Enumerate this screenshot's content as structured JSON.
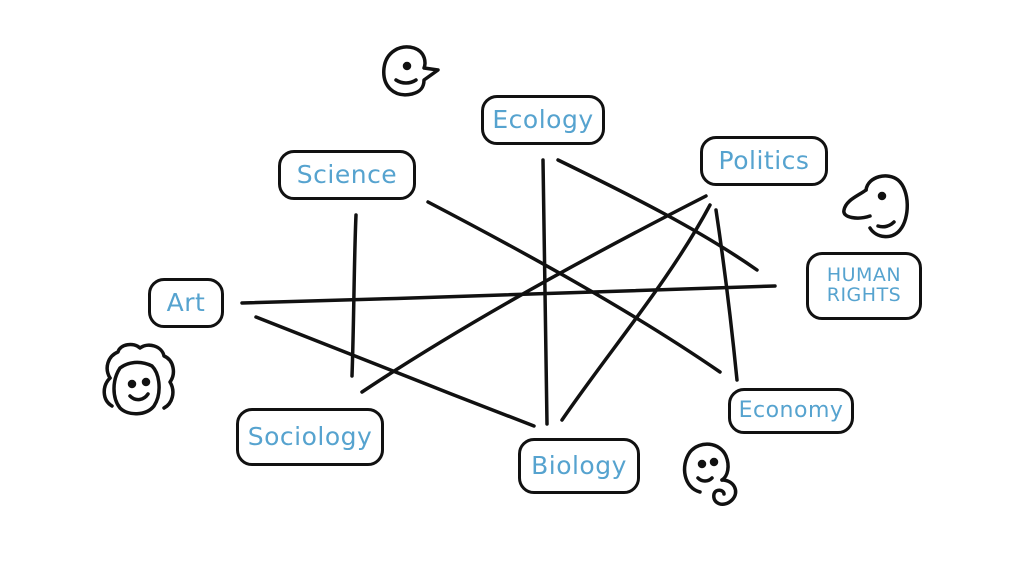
{
  "diagram": {
    "nodes": [
      {
        "id": "ecology",
        "label": "Ecology"
      },
      {
        "id": "science",
        "label": "Science"
      },
      {
        "id": "politics",
        "label": "Politics"
      },
      {
        "id": "art",
        "label": "Art"
      },
      {
        "id": "human_rights",
        "label_line1": "HUMAN",
        "label_line2": "RIGHTS"
      },
      {
        "id": "economy",
        "label": "Economy"
      },
      {
        "id": "sociology",
        "label": "Sociology"
      },
      {
        "id": "biology",
        "label": "Biology"
      }
    ],
    "connections": [
      [
        "science",
        "sociology"
      ],
      [
        "science",
        "economy"
      ],
      [
        "ecology",
        "biology"
      ],
      [
        "ecology",
        "human_rights"
      ],
      [
        "politics",
        "sociology"
      ],
      [
        "politics",
        "biology"
      ],
      [
        "politics",
        "economy"
      ],
      [
        "art",
        "human_rights"
      ],
      [
        "art",
        "biology"
      ]
    ],
    "faces": [
      "bird-face-icon",
      "long-nose-face-icon",
      "curly-hair-face-icon",
      "curl-face-icon"
    ],
    "colors": {
      "label": "#56a3cf",
      "ink": "#111111",
      "background": "#ffffff"
    }
  }
}
